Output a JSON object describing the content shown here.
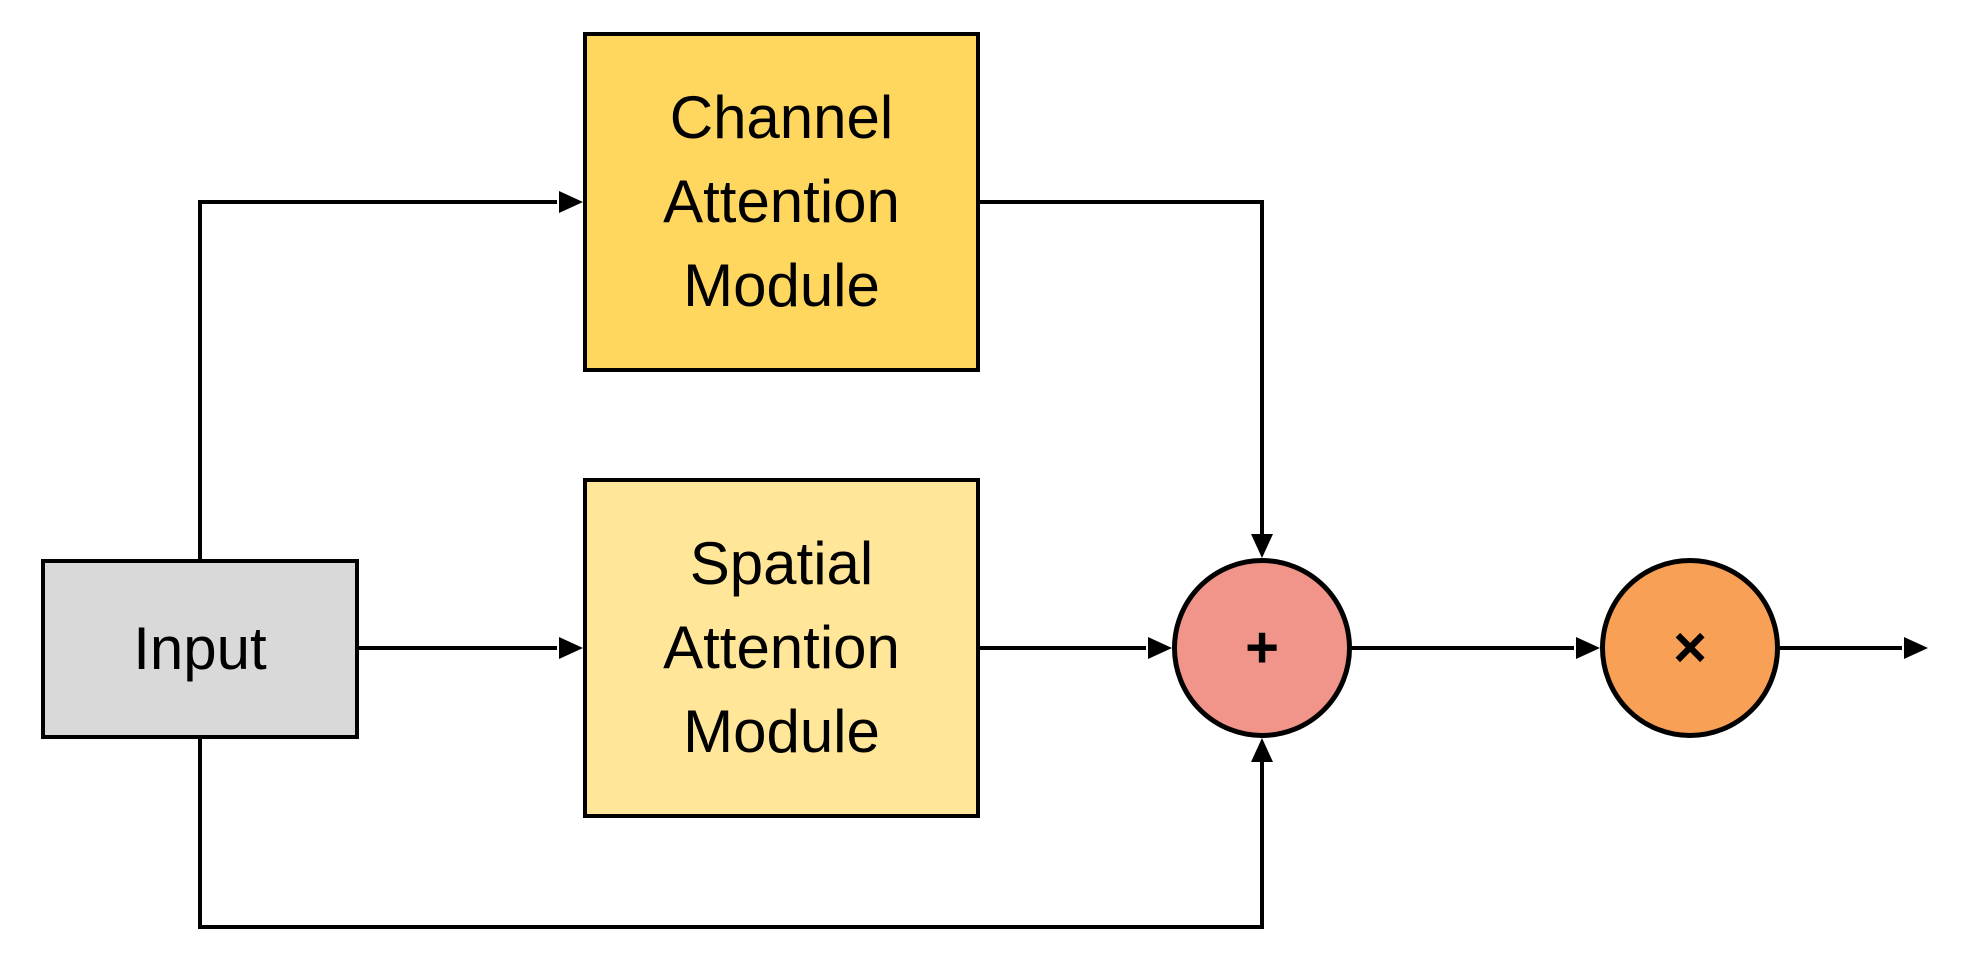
{
  "diagram": {
    "background_color": "#ffffff",
    "line_color": "#000000",
    "nodes": {
      "input": {
        "label": "Input",
        "fill": "#d9d9d9",
        "shape": "rectangle"
      },
      "channel_attention": {
        "label": "Channel Attention Module",
        "fill": "#ffd75e",
        "shape": "rectangle"
      },
      "spatial_attention": {
        "label": "Spatial Attention Module",
        "fill": "#ffe699",
        "shape": "rectangle"
      },
      "add": {
        "symbol": "+",
        "fill": "#f1948a",
        "shape": "circle"
      },
      "multiply": {
        "symbol": "×",
        "fill": "#f8a055",
        "shape": "circle"
      }
    },
    "edges": [
      {
        "from": "input",
        "to": "channel_attention"
      },
      {
        "from": "input",
        "to": "spatial_attention"
      },
      {
        "from": "input",
        "to": "add"
      },
      {
        "from": "channel_attention",
        "to": "add"
      },
      {
        "from": "spatial_attention",
        "to": "add"
      },
      {
        "from": "add",
        "to": "multiply"
      },
      {
        "from": "multiply",
        "to": "output"
      }
    ]
  }
}
